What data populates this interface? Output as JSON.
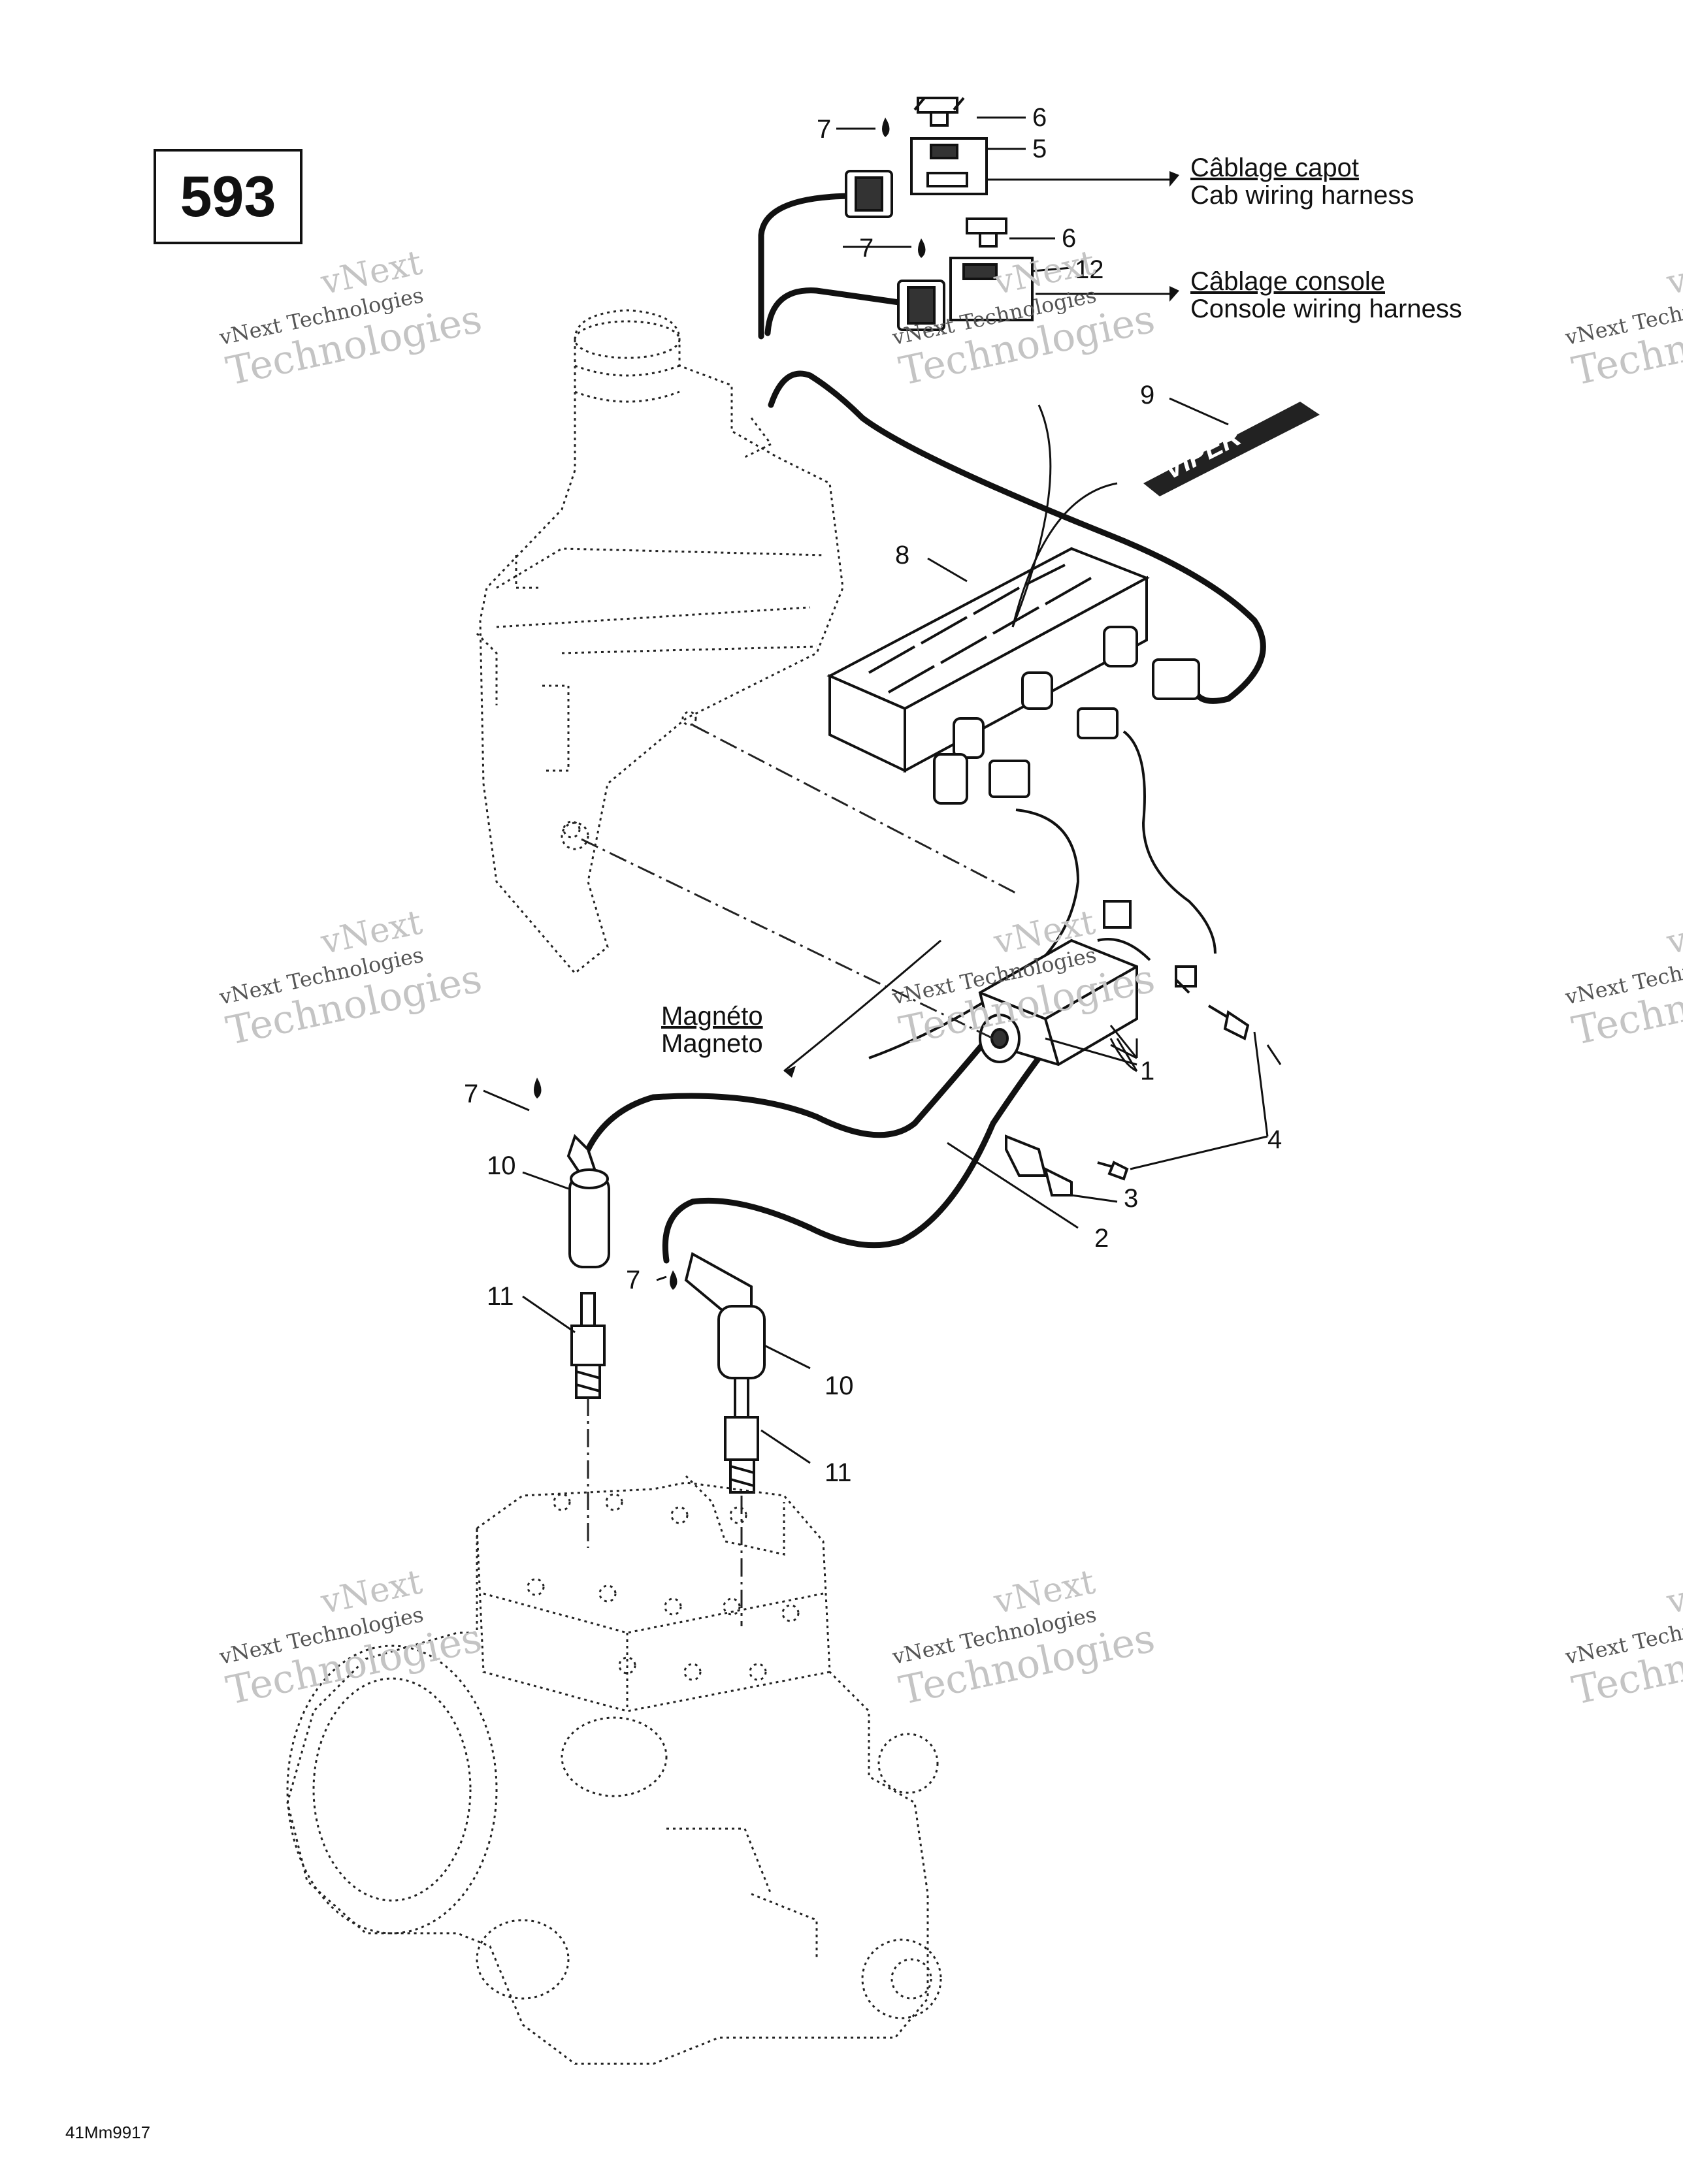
{
  "diagram_number": "593",
  "footer_code": "41Mm9917",
  "callouts": {
    "c1": "1",
    "c2": "2",
    "c3": "3",
    "c4": "4",
    "c5": "5",
    "c6a": "6",
    "c6b": "6",
    "c7a": "7",
    "c7b": "7",
    "c7c": "7",
    "c7d": "7",
    "c8": "8",
    "c9": "9",
    "c10a": "10",
    "c10b": "10",
    "c11a": "11",
    "c11b": "11",
    "c12": "12"
  },
  "labels": {
    "cab_fr": "Câblage capot",
    "cab_en": "Cab wiring harness",
    "console_fr": "Câblage console",
    "console_en": "Console wiring harness",
    "magneto_fr": "Magnéto",
    "magneto_en": "Magneto"
  },
  "decal_text": "VIPER",
  "watermark": {
    "line1": "vNext",
    "line2": "vNext Technologies",
    "line3": "Technologies"
  }
}
